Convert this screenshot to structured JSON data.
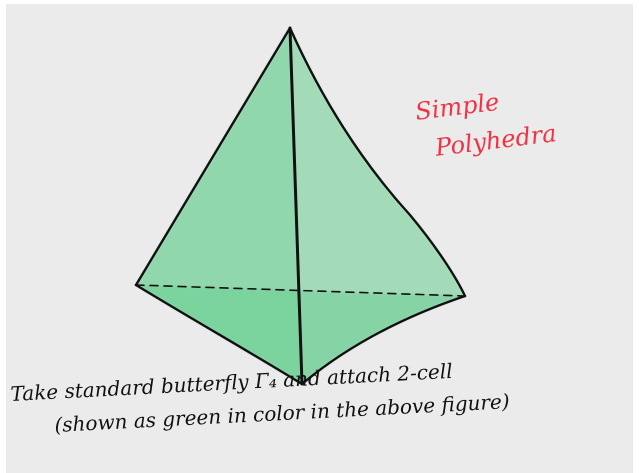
{
  "title": {
    "line1": "Simple",
    "line2": "Polyhedra"
  },
  "caption": {
    "line1": "Take standard butterfly Γ₄ and attach 2-cell",
    "line2": "(shown as green in color in the above figure)"
  },
  "figure": {
    "shape": "tetrahedron",
    "fill_color": "#49c77a",
    "stroke_color": "#111111",
    "hidden_edge_style": "dashed"
  }
}
